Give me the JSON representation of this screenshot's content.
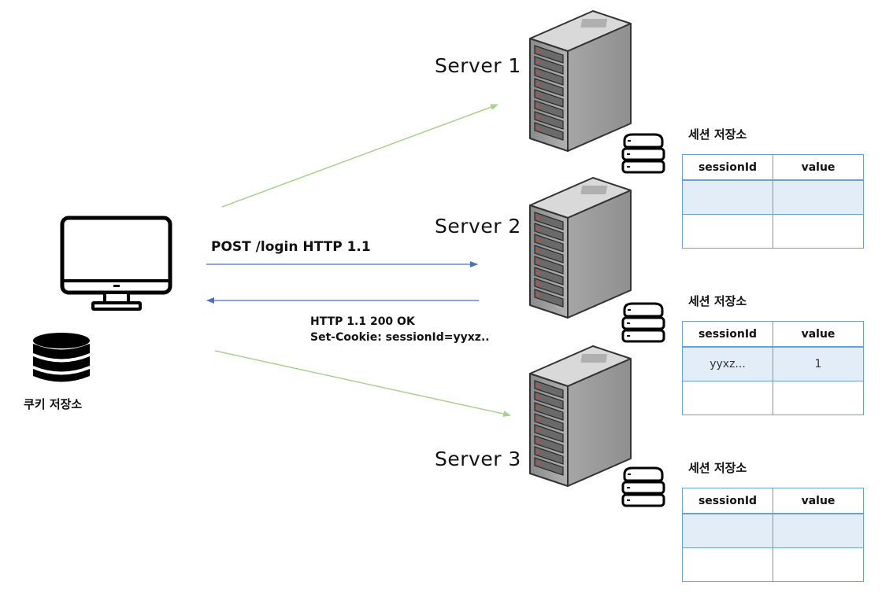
{
  "client": {
    "cookie_store_label": "쿠키 저장소"
  },
  "request": {
    "line1": "POST /login HTTP 1.1"
  },
  "response": {
    "line1": "HTTP 1.1 200 OK",
    "line2": "Set-Cookie: sessionId=yyxz.."
  },
  "servers": [
    {
      "label": "Server 1",
      "store": {
        "title": "세션 저장소",
        "headers": [
          "sessionId",
          "value"
        ],
        "rows": [
          [
            "",
            ""
          ],
          [
            "",
            ""
          ]
        ]
      }
    },
    {
      "label": "Server 2",
      "store": {
        "title": "세션 저장소",
        "headers": [
          "sessionId",
          "value"
        ],
        "rows": [
          [
            "yyxz...",
            "1"
          ],
          [
            "",
            ""
          ]
        ]
      }
    },
    {
      "label": "Server 3",
      "store": {
        "title": "세션 저장소",
        "headers": [
          "sessionId",
          "value"
        ],
        "rows": [
          [
            "",
            ""
          ],
          [
            "",
            ""
          ]
        ]
      }
    }
  ],
  "colors": {
    "green_arrow": "#a9d18e",
    "blue_arrow": "#4472c4",
    "table_border": "#6a9fd4",
    "table_highlight": "#e3edf8"
  }
}
